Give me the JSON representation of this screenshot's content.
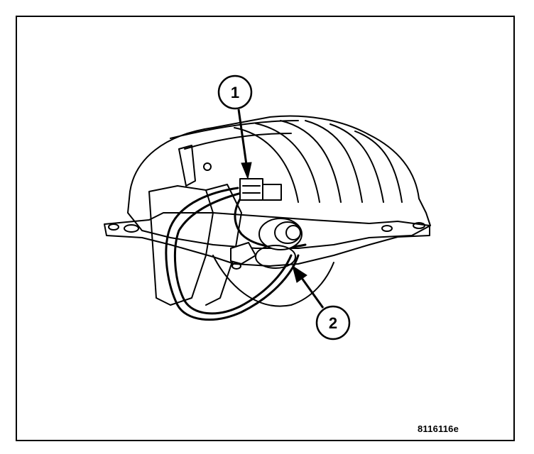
{
  "callouts": [
    {
      "label": "1"
    },
    {
      "label": "2"
    }
  ],
  "figure_id": "8116116e",
  "colors": {
    "line": "#000000",
    "background": "#ffffff"
  }
}
